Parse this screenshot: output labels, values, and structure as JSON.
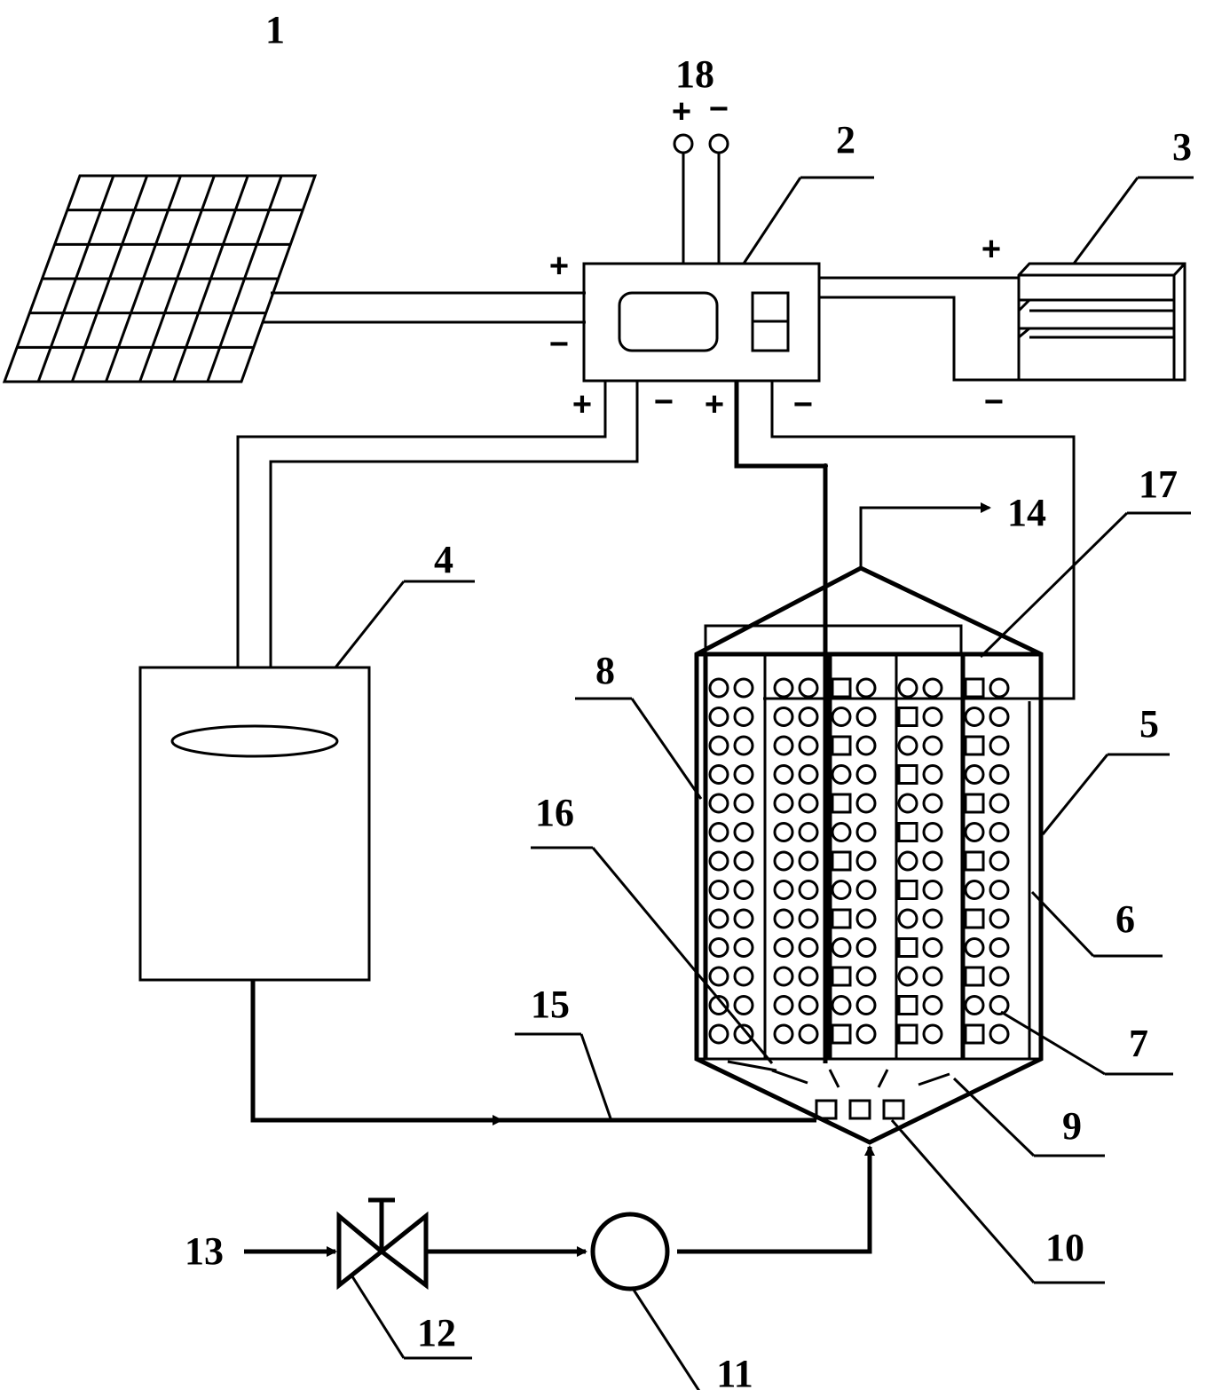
{
  "labels": {
    "n1": "1",
    "n2": "2",
    "n3": "3",
    "n4": "4",
    "n5": "5",
    "n6": "6",
    "n7": "7",
    "n8": "8",
    "n9": "9",
    "n10": "10",
    "n11": "11",
    "n12": "12",
    "n13": "13",
    "n14": "14",
    "n15": "15",
    "n16": "16",
    "n17": "17",
    "n18": "18"
  },
  "signs": {
    "plus": "+",
    "minus": "−"
  }
}
